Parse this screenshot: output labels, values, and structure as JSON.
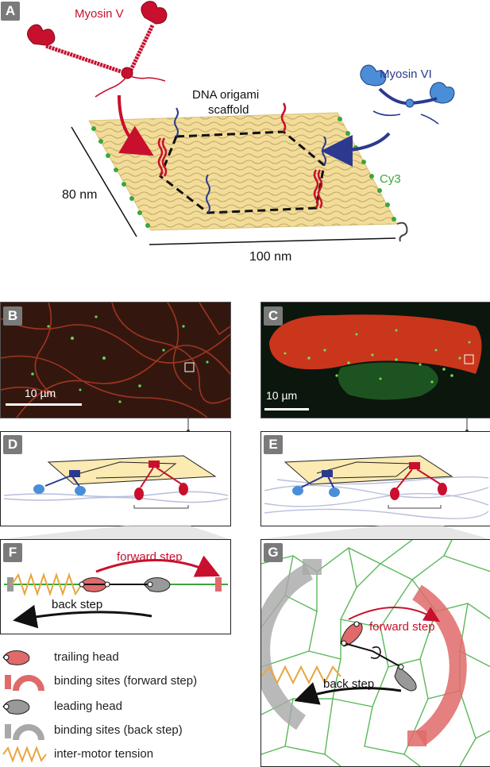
{
  "panel_a": {
    "letter": "A",
    "myosin_v": "Myosin V",
    "myosin_vi": "Myosin VI",
    "scaffold_line1": "DNA origami",
    "scaffold_line2": "scaffold",
    "dye": "Cy3",
    "width_label": "80 nm",
    "length_label": "100 nm",
    "colors": {
      "myosin_v": "#c8102e",
      "myosin_vi": "#2b3a8f",
      "dye": "#3aa63a",
      "origami": "#f3dc97"
    }
  },
  "panel_b": {
    "letter": "B",
    "scale_label": "10 µm"
  },
  "panel_c": {
    "letter": "C",
    "scale_label": "10 µm"
  },
  "panel_d": {
    "letter": "D"
  },
  "panel_e": {
    "letter": "E"
  },
  "panel_f": {
    "letter": "F",
    "forward_label": "forward step",
    "back_label": "back step"
  },
  "panel_g": {
    "letter": "G",
    "forward_label": "forward step",
    "back_label": "back step"
  },
  "legend": {
    "trailing_head": "trailing head",
    "binding_forward": "binding sites (forward step)",
    "leading_head": "leading head",
    "binding_back": "binding sites (back step)",
    "tension": "inter-motor tension"
  }
}
